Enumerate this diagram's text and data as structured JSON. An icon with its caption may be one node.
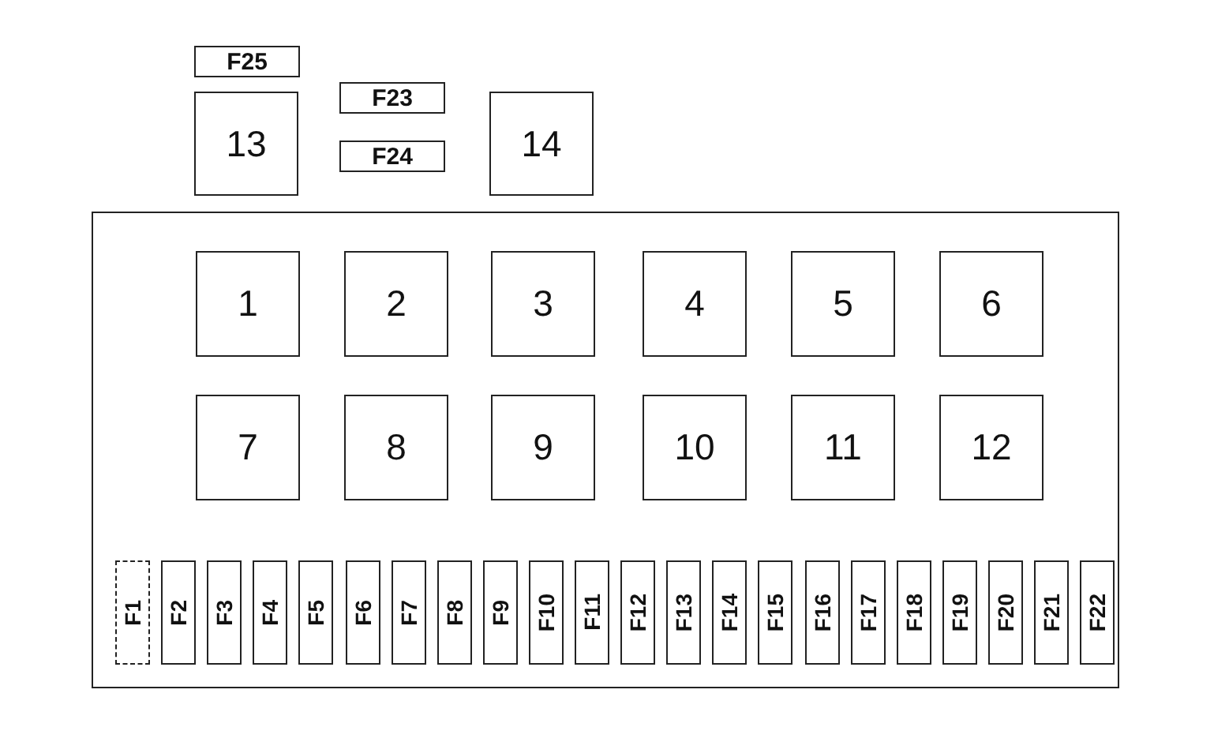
{
  "diagram": {
    "nodes": [
      {
        "text": [
          "F25"
        ]
      },
      {
        "text": [
          "F23"
        ]
      },
      {
        "text": [
          "13"
        ]
      },
      {
        "text": [
          "F24"
        ]
      },
      {
        "text": [
          "14"
        ]
      },
      {
        "text": [],
        "shape": "box"
      },
      {
        "text": [
          "1"
        ],
        "in": 5
      },
      {
        "text": [
          "2"
        ],
        "in": 5
      },
      {
        "text": [
          "3"
        ],
        "in": 5
      },
      {
        "text": [
          "4"
        ],
        "in": 5
      },
      {
        "text": [
          "5"
        ],
        "in": 5
      },
      {
        "text": [
          "6"
        ],
        "in": 5
      },
      {
        "text": [
          "7"
        ],
        "in": 5
      },
      {
        "text": [
          "8"
        ],
        "in": 5
      },
      {
        "text": [
          "9"
        ],
        "in": 5
      },
      {
        "text": [
          "10"
        ],
        "in": 5
      },
      {
        "text": [
          "11"
        ],
        "in": 5
      },
      {
        "text": [
          "12"
        ],
        "in": 5
      },
      {
        "text": [
          "F1"
        ],
        "in": 5
      },
      {
        "text": [
          "F2"
        ],
        "in": 5
      },
      {
        "text": [
          "F3"
        ],
        "in": 5
      },
      {
        "text": [
          "F4"
        ],
        "in": 5
      },
      {
        "text": [
          "F5"
        ],
        "in": 5
      },
      {
        "text": [
          "F6"
        ],
        "in": 5
      },
      {
        "text": [
          "F7"
        ],
        "in": 5
      },
      {
        "text": [
          "F8"
        ],
        "in": 5
      },
      {
        "text": [
          "F9"
        ],
        "in": 5
      },
      {
        "text": [
          "F10"
        ],
        "in": 5
      },
      {
        "text": [
          "F11"
        ],
        "in": 5
      },
      {
        "text": [
          "F12"
        ],
        "in": 5
      },
      {
        "text": [
          "F13"
        ],
        "in": 5
      },
      {
        "text": [
          "F14"
        ],
        "in": 5
      },
      {
        "text": [
          "F15"
        ],
        "in": 5
      },
      {
        "text": [
          "F16"
        ],
        "in": 5
      },
      {
        "text": [
          "F17"
        ],
        "in": 5
      },
      {
        "text": [
          "F18"
        ],
        "in": 5
      },
      {
        "text": [
          "F19"
        ],
        "in": 5
      },
      {
        "text": [
          "F20"
        ],
        "in": 5
      },
      {
        "text": [
          "F21"
        ],
        "in": 5
      },
      {
        "text": [
          "F22"
        ],
        "in": 5
      }
    ]
  }
}
